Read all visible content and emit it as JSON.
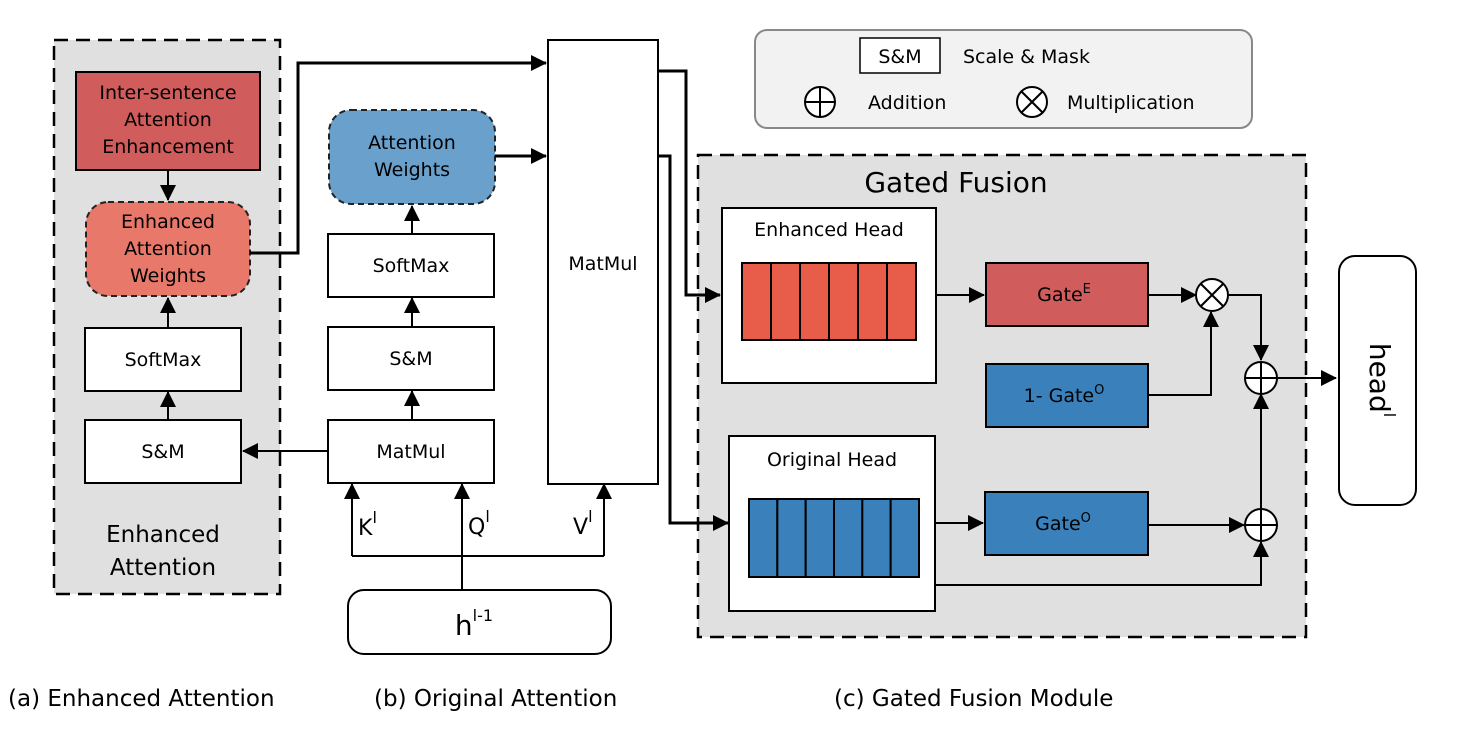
{
  "colors": {
    "region_fill": "#e0e0e0",
    "inter_sentence_fill": "#d05c5c",
    "enhanced_weights_fill": "#e8786a",
    "attention_weights_fill": "#6aa0cc",
    "enhanced_head_cell": "#e85c4a",
    "original_head_cell": "#3a80bb",
    "gate_e_fill": "#d05c5c",
    "gate_o_fill": "#3a80bb",
    "legend_fill": "#f2f2f2"
  },
  "legend": {
    "sm_box": "S&M",
    "sm_desc": "Scale & Mask",
    "addition": "Addition",
    "multiplication": "Multiplication"
  },
  "enhanced_attention": {
    "region_label_1": "Enhanced",
    "region_label_2": "Attention",
    "inter_sentence": [
      "Inter-sentence",
      "Attention",
      "Enhancement"
    ],
    "enhanced_weights": [
      "Enhanced",
      "Attention",
      "Weights"
    ],
    "softmax": "SoftMax",
    "sm": "S&M"
  },
  "original_attention": {
    "attention_weights": [
      "Attention",
      "Weights"
    ],
    "softmax": "SoftMax",
    "sm": "S&M",
    "matmul": "MatMul",
    "k": "K",
    "q": "Q",
    "v": "V",
    "sup_l": "l",
    "input_base": "h",
    "input_sup": "l-1"
  },
  "matmul_big": "MatMul",
  "gated_fusion": {
    "title": "Gated Fusion",
    "enhanced_head": "Enhanced Head",
    "original_head": "Original Head",
    "head_cells": 6,
    "gate_e_base": "Gate",
    "gate_e_sup": "E",
    "one_minus_gate_base": "1- Gate",
    "one_minus_gate_sup": "O",
    "gate_o_base": "Gate",
    "gate_o_sup": "O"
  },
  "output": {
    "base": "head",
    "sup": "l"
  },
  "captions": {
    "a": "(a) Enhanced Attention",
    "b": "(b) Original Attention",
    "c": "(c) Gated Fusion Module"
  }
}
